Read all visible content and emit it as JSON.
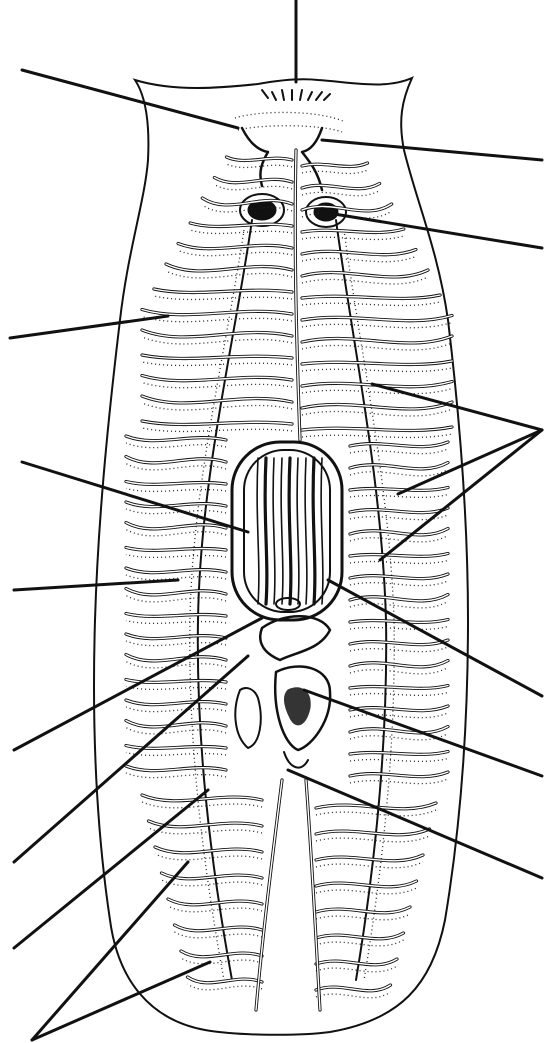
{
  "figure": {
    "type": "unlabeled-anatomical-line-drawing",
    "subject": "planarian-flatworm-dorsal-view",
    "style": "black-ink-on-white",
    "colors": {
      "ink": "#111111",
      "background": "#ffffff"
    },
    "label_lines": [
      {
        "id": "top-center",
        "side": "top"
      },
      {
        "id": "left-1",
        "side": "left"
      },
      {
        "id": "left-2",
        "side": "left"
      },
      {
        "id": "left-3",
        "side": "left"
      },
      {
        "id": "left-4",
        "side": "left"
      },
      {
        "id": "left-5",
        "side": "left"
      },
      {
        "id": "left-6",
        "side": "left"
      },
      {
        "id": "left-7",
        "side": "left"
      },
      {
        "id": "left-8-double",
        "side": "left"
      },
      {
        "id": "right-1",
        "side": "right"
      },
      {
        "id": "right-2",
        "side": "right"
      },
      {
        "id": "right-3-double",
        "side": "right"
      },
      {
        "id": "right-4",
        "side": "right"
      },
      {
        "id": "right-5",
        "side": "right"
      },
      {
        "id": "right-6",
        "side": "right"
      }
    ],
    "labels_text": []
  }
}
